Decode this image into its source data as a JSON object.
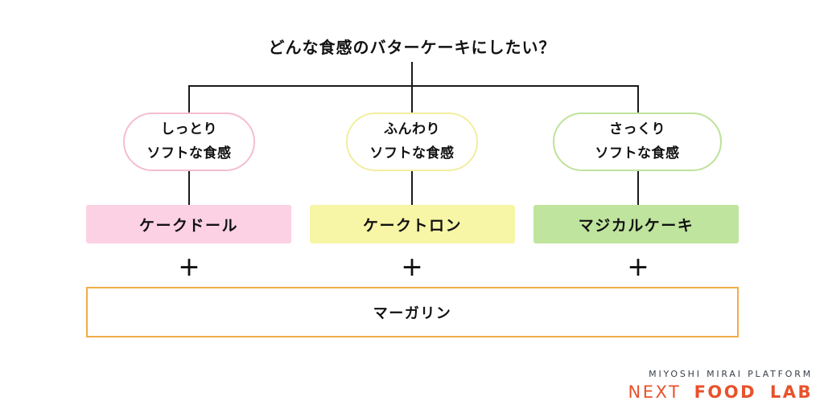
{
  "title": "どんな食感のバターケーキにしたい？",
  "plus": "＋",
  "connector_color": "#1a1a1a",
  "columns": [
    {
      "texture": {
        "line1": "しっとり",
        "line2": "ソフトな食感"
      },
      "product": "ケークドール",
      "pill_border": "#f5bcd2",
      "box_fill": "#fcd1e3"
    },
    {
      "texture": {
        "line1": "ふんわり",
        "line2": "ソフトな食感"
      },
      "product": "ケークトロン",
      "pill_border": "#f2eea0",
      "box_fill": "#f7f5a6"
    },
    {
      "texture": {
        "line1": "さっくり",
        "line2": "ソフトな食感"
      },
      "product": "マジカルケーキ",
      "pill_border": "#bfe29b",
      "box_fill": "#bfe49d"
    }
  ],
  "base": {
    "label": "マーガリン",
    "border_color": "#f0ac47"
  },
  "logo": {
    "line1": "MIYOSHI MIRAI PLATFORM",
    "line1_color": "#3a4049",
    "line2_regular": "NEXT",
    "line2_bold": "FOOD LAB",
    "accent_color": "#e8512b"
  }
}
